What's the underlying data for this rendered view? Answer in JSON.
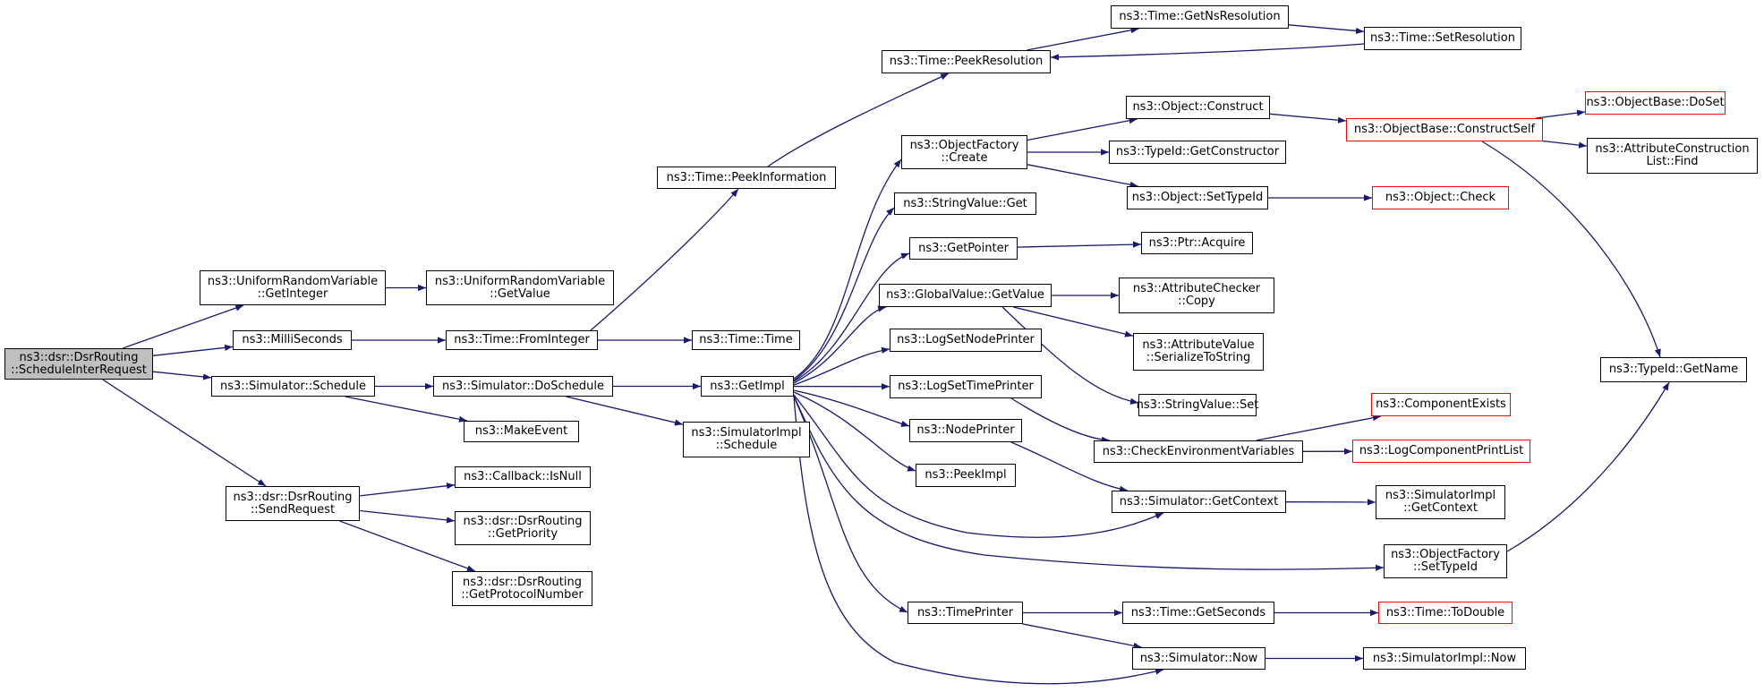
{
  "graph": {
    "edge_color": "#191970",
    "nodes": [
      {
        "id": "root",
        "lines": [
          "ns3::dsr::DsrRouting",
          "::ScheduleInterRequest"
        ],
        "current": true,
        "incomplete": false
      },
      {
        "id": "urv_getinteger",
        "lines": [
          "ns3::UniformRandomVariable",
          "::GetInteger"
        ],
        "current": false,
        "incomplete": false
      },
      {
        "id": "urv_getvalue",
        "lines": [
          "ns3::UniformRandomVariable",
          "::GetValue"
        ],
        "current": false,
        "incomplete": false
      },
      {
        "id": "milliseconds",
        "lines": [
          "ns3::MilliSeconds"
        ],
        "current": false,
        "incomplete": false
      },
      {
        "id": "time_frominteger",
        "lines": [
          "ns3::Time::FromInteger"
        ],
        "current": false,
        "incomplete": false
      },
      {
        "id": "time_time",
        "lines": [
          "ns3::Time::Time"
        ],
        "current": false,
        "incomplete": false
      },
      {
        "id": "time_peekinformation",
        "lines": [
          "ns3::Time::PeekInformation"
        ],
        "current": false,
        "incomplete": false
      },
      {
        "id": "time_peekresolution",
        "lines": [
          "ns3::Time::PeekResolution"
        ],
        "current": false,
        "incomplete": false
      },
      {
        "id": "time_getnsresolution",
        "lines": [
          "ns3::Time::GetNsResolution"
        ],
        "current": false,
        "incomplete": false
      },
      {
        "id": "time_setresolution",
        "lines": [
          "ns3::Time::SetResolution"
        ],
        "current": false,
        "incomplete": false
      },
      {
        "id": "simulator_schedule",
        "lines": [
          "ns3::Simulator::Schedule"
        ],
        "current": false,
        "incomplete": false
      },
      {
        "id": "simulator_doschedule",
        "lines": [
          "ns3::Simulator::DoSchedule"
        ],
        "current": false,
        "incomplete": false
      },
      {
        "id": "makeevent",
        "lines": [
          "ns3::MakeEvent"
        ],
        "current": false,
        "incomplete": false
      },
      {
        "id": "getimpl",
        "lines": [
          "ns3::GetImpl"
        ],
        "current": false,
        "incomplete": false
      },
      {
        "id": "simimpl_schedule",
        "lines": [
          "ns3::SimulatorImpl",
          "::Schedule"
        ],
        "current": false,
        "incomplete": false
      },
      {
        "id": "sendrequest",
        "lines": [
          "ns3::dsr::DsrRouting",
          "::SendRequest"
        ],
        "current": false,
        "incomplete": false
      },
      {
        "id": "callback_isnull",
        "lines": [
          "ns3::Callback::IsNull"
        ],
        "current": false,
        "incomplete": false
      },
      {
        "id": "getpriority",
        "lines": [
          "ns3::dsr::DsrRouting",
          "::GetPriority"
        ],
        "current": false,
        "incomplete": false
      },
      {
        "id": "getprotocolnumber",
        "lines": [
          "ns3::dsr::DsrRouting",
          "::GetProtocolNumber"
        ],
        "current": false,
        "incomplete": false
      },
      {
        "id": "objectfactory_create",
        "lines": [
          "ns3::ObjectFactory",
          "::Create"
        ],
        "current": false,
        "incomplete": false
      },
      {
        "id": "object_construct",
        "lines": [
          "ns3::Object::Construct"
        ],
        "current": false,
        "incomplete": false
      },
      {
        "id": "objectbase_constructself",
        "lines": [
          "ns3::ObjectBase::ConstructSelf"
        ],
        "current": false,
        "incomplete": true
      },
      {
        "id": "objectbase_doset",
        "lines": [
          "ns3::ObjectBase::DoSet"
        ],
        "current": false,
        "incomplete": true
      },
      {
        "id": "attrconstructionlist_find",
        "lines": [
          "ns3::AttributeConstruction",
          "List::Find"
        ],
        "current": false,
        "incomplete": false
      },
      {
        "id": "typeid_getconstructor",
        "lines": [
          "ns3::TypeId::GetConstructor"
        ],
        "current": false,
        "incomplete": false
      },
      {
        "id": "object_settypeid",
        "lines": [
          "ns3::Object::SetTypeId"
        ],
        "current": false,
        "incomplete": false
      },
      {
        "id": "object_check",
        "lines": [
          "ns3::Object::Check"
        ],
        "current": false,
        "incomplete": true
      },
      {
        "id": "stringvalue_get",
        "lines": [
          "ns3::StringValue::Get"
        ],
        "current": false,
        "incomplete": false
      },
      {
        "id": "getpointer",
        "lines": [
          "ns3::GetPointer"
        ],
        "current": false,
        "incomplete": false
      },
      {
        "id": "ptr_acquire",
        "lines": [
          "ns3::Ptr::Acquire"
        ],
        "current": false,
        "incomplete": false
      },
      {
        "id": "globalvalue_getvalue",
        "lines": [
          "ns3::GlobalValue::GetValue"
        ],
        "current": false,
        "incomplete": false
      },
      {
        "id": "attrchecker_copy",
        "lines": [
          "ns3::AttributeChecker",
          "::Copy"
        ],
        "current": false,
        "incomplete": false
      },
      {
        "id": "attrvalue_serialize",
        "lines": [
          "ns3::AttributeValue",
          "::SerializeToString"
        ],
        "current": false,
        "incomplete": false
      },
      {
        "id": "stringvalue_set",
        "lines": [
          "ns3::StringValue::Set"
        ],
        "current": false,
        "incomplete": false
      },
      {
        "id": "logsetnodeprinter",
        "lines": [
          "ns3::LogSetNodePrinter"
        ],
        "current": false,
        "incomplete": false
      },
      {
        "id": "logsettimeprinter",
        "lines": [
          "ns3::LogSetTimePrinter"
        ],
        "current": false,
        "incomplete": false
      },
      {
        "id": "nodeprinter",
        "lines": [
          "ns3::NodePrinter"
        ],
        "current": false,
        "incomplete": false
      },
      {
        "id": "peekimpl",
        "lines": [
          "ns3::PeekImpl"
        ],
        "current": false,
        "incomplete": false
      },
      {
        "id": "checkenv",
        "lines": [
          "ns3::CheckEnvironmentVariables"
        ],
        "current": false,
        "incomplete": false
      },
      {
        "id": "componentexists",
        "lines": [
          "ns3::ComponentExists"
        ],
        "current": false,
        "incomplete": true
      },
      {
        "id": "logcomponentprintlist",
        "lines": [
          "ns3::LogComponentPrintList"
        ],
        "current": false,
        "incomplete": true
      },
      {
        "id": "simulator_getcontext",
        "lines": [
          "ns3::Simulator::GetContext"
        ],
        "current": false,
        "incomplete": false
      },
      {
        "id": "simimpl_getcontext",
        "lines": [
          "ns3::SimulatorImpl",
          "::GetContext"
        ],
        "current": false,
        "incomplete": false
      },
      {
        "id": "objectfactory_settypeid",
        "lines": [
          "ns3::ObjectFactory",
          "::SetTypeId"
        ],
        "current": false,
        "incomplete": false
      },
      {
        "id": "typeid_getname",
        "lines": [
          "ns3::TypeId::GetName"
        ],
        "current": false,
        "incomplete": false
      },
      {
        "id": "timeprinter",
        "lines": [
          "ns3::TimePrinter"
        ],
        "current": false,
        "incomplete": false
      },
      {
        "id": "time_getseconds",
        "lines": [
          "ns3::Time::GetSeconds"
        ],
        "current": false,
        "incomplete": false
      },
      {
        "id": "time_todouble",
        "lines": [
          "ns3::Time::ToDouble"
        ],
        "current": false,
        "incomplete": true
      },
      {
        "id": "simulator_now",
        "lines": [
          "ns3::Simulator::Now"
        ],
        "current": false,
        "incomplete": false
      },
      {
        "id": "simimpl_now",
        "lines": [
          "ns3::SimulatorImpl::Now"
        ],
        "current": false,
        "incomplete": false
      }
    ],
    "edges": [
      [
        "root",
        "urv_getinteger"
      ],
      [
        "root",
        "milliseconds"
      ],
      [
        "root",
        "simulator_schedule"
      ],
      [
        "root",
        "sendrequest"
      ],
      [
        "urv_getinteger",
        "urv_getvalue"
      ],
      [
        "milliseconds",
        "time_frominteger"
      ],
      [
        "time_frominteger",
        "time_time"
      ],
      [
        "time_frominteger",
        "time_peekinformation"
      ],
      [
        "time_peekinformation",
        "time_peekresolution"
      ],
      [
        "time_peekresolution",
        "time_getnsresolution"
      ],
      [
        "time_getnsresolution",
        "time_setresolution"
      ],
      [
        "time_setresolution",
        "time_peekresolution"
      ],
      [
        "simulator_schedule",
        "simulator_doschedule"
      ],
      [
        "simulator_schedule",
        "makeevent"
      ],
      [
        "simulator_doschedule",
        "getimpl"
      ],
      [
        "simulator_doschedule",
        "simimpl_schedule"
      ],
      [
        "sendrequest",
        "callback_isnull"
      ],
      [
        "sendrequest",
        "getpriority"
      ],
      [
        "sendrequest",
        "getprotocolnumber"
      ],
      [
        "getimpl",
        "objectfactory_create"
      ],
      [
        "getimpl",
        "stringvalue_get"
      ],
      [
        "getimpl",
        "getpointer"
      ],
      [
        "getimpl",
        "globalvalue_getvalue"
      ],
      [
        "getimpl",
        "logsetnodeprinter"
      ],
      [
        "getimpl",
        "logsettimeprinter"
      ],
      [
        "getimpl",
        "nodeprinter"
      ],
      [
        "getimpl",
        "peekimpl"
      ],
      [
        "getimpl",
        "simulator_getcontext"
      ],
      [
        "getimpl",
        "objectfactory_settypeid"
      ],
      [
        "getimpl",
        "timeprinter"
      ],
      [
        "getimpl",
        "simulator_now"
      ],
      [
        "objectfactory_create",
        "object_construct"
      ],
      [
        "objectfactory_create",
        "typeid_getconstructor"
      ],
      [
        "objectfactory_create",
        "object_settypeid"
      ],
      [
        "object_construct",
        "objectbase_constructself"
      ],
      [
        "objectbase_constructself",
        "objectbase_doset"
      ],
      [
        "objectbase_constructself",
        "attrconstructionlist_find"
      ],
      [
        "objectbase_constructself",
        "typeid_getname"
      ],
      [
        "object_settypeid",
        "object_check"
      ],
      [
        "getpointer",
        "ptr_acquire"
      ],
      [
        "globalvalue_getvalue",
        "attrchecker_copy"
      ],
      [
        "globalvalue_getvalue",
        "attrvalue_serialize"
      ],
      [
        "globalvalue_getvalue",
        "stringvalue_set"
      ],
      [
        "logsettimeprinter",
        "checkenv"
      ],
      [
        "nodeprinter",
        "simulator_getcontext"
      ],
      [
        "checkenv",
        "componentexists"
      ],
      [
        "checkenv",
        "logcomponentprintlist"
      ],
      [
        "simulator_getcontext",
        "simimpl_getcontext"
      ],
      [
        "objectfactory_settypeid",
        "typeid_getname"
      ],
      [
        "timeprinter",
        "time_getseconds"
      ],
      [
        "timeprinter",
        "simulator_now"
      ],
      [
        "time_getseconds",
        "time_todouble"
      ],
      [
        "simulator_now",
        "simimpl_now"
      ]
    ]
  }
}
